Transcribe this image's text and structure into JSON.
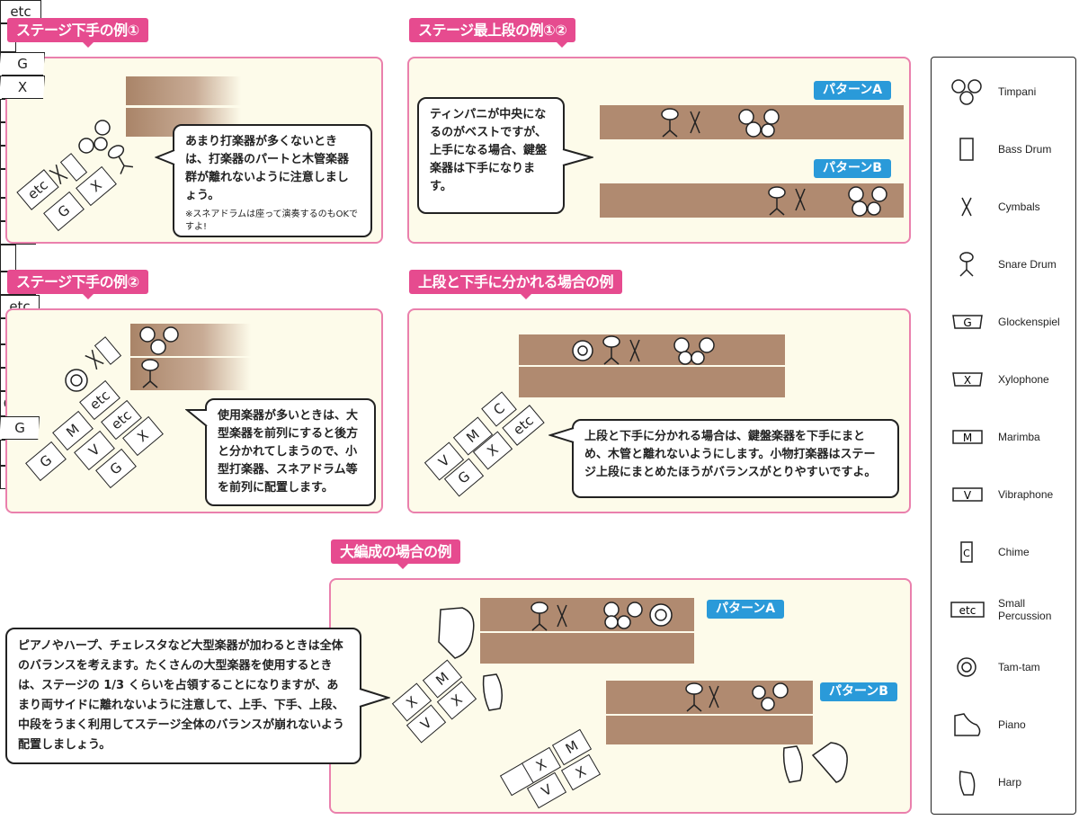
{
  "panels": {
    "p1": {
      "title": "ステージ下手の例①",
      "text": "あまり打楽器が多くないときは、打楽器のパートと木管楽器群が離れないように注意しましょう。",
      "note": "※スネアドラムは座って演奏するのもOKですよ!"
    },
    "p2": {
      "title": "ステージ最上段の例①②",
      "text": "ティンパニが中央になるのがベストですが、上手になる場合、鍵盤楽器は下手になります。",
      "pattern_a": "パターンA",
      "pattern_b": "パターンB"
    },
    "p3": {
      "title": "ステージ下手の例②",
      "text": "使用楽器が多いときは、大型楽器を前列にすると後方と分かれてしまうので、小型打楽器、スネアドラム等を前列に配置します。"
    },
    "p4": {
      "title": "上段と下手に分かれる場合の例",
      "text": "上段と下手に分かれる場合は、鍵盤楽器を下手にまとめ、木管と離れないようにします。小物打楽器はステージ上段にまとめたほうがバランスがとりやすいですよ。"
    },
    "p5": {
      "title": "大編成の場合の例",
      "text": "ピアノやハープ、チェレスタなど大型楽器が加わるときは全体のバランスを考えます。たくさんの大型楽器を使用するときは、ステージの 1/3 くらいを占領することになりますが、あまり両サイドに離れないように注意して、上手、下手、上段、中段をうまく利用してステージ全体のバランスが崩れないよう配置しましょう。",
      "pattern_a": "パターンA",
      "pattern_b": "パターンB"
    }
  },
  "symbols": {
    "etc": "etc",
    "glock": "G",
    "xylo": "X",
    "marimba": "M",
    "vibra": "V",
    "chime": "C"
  },
  "legend": [
    {
      "label": "Timpani",
      "icon": "timpani-icon"
    },
    {
      "label": "Bass Drum",
      "icon": "bass-drum-icon"
    },
    {
      "label": "Cymbals",
      "icon": "cymbals-icon"
    },
    {
      "label": "Snare Drum",
      "icon": "snare-drum-icon"
    },
    {
      "label": "Glockenspiel",
      "icon": "glockenspiel-icon"
    },
    {
      "label": "Xylophone",
      "icon": "xylophone-icon"
    },
    {
      "label": "Marimba",
      "icon": "marimba-icon"
    },
    {
      "label": "Vibraphone",
      "icon": "vibraphone-icon"
    },
    {
      "label": "Chime",
      "icon": "chime-icon"
    },
    {
      "label": "Small Percussion",
      "icon": "small-percussion-icon"
    },
    {
      "label": "Tam-tam",
      "icon": "tam-tam-icon"
    },
    {
      "label": "Piano",
      "icon": "piano-icon"
    },
    {
      "label": "Harp",
      "icon": "harp-icon"
    }
  ],
  "colors": {
    "accent_pink": "#e64b8f",
    "pattern_blue": "#2a9ad9",
    "riser": "#b08a70",
    "panel_bg": "#fdfbea"
  }
}
